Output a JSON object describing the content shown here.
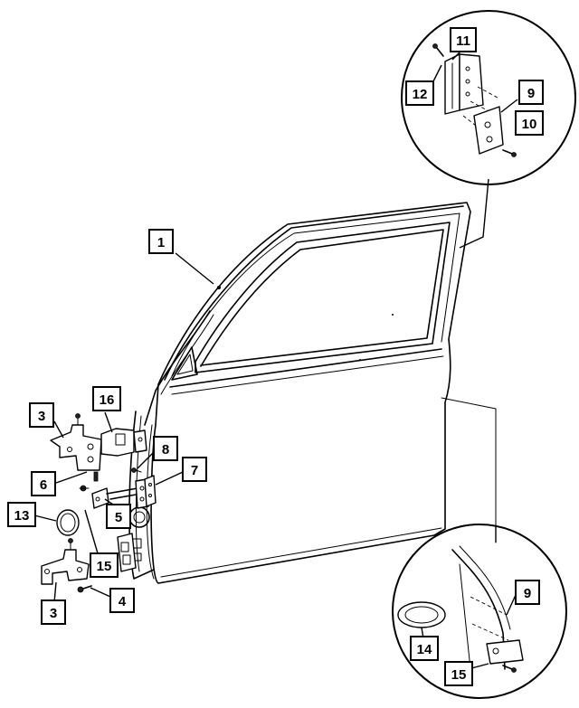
{
  "callouts": [
    {
      "id": "c1",
      "label": "1"
    },
    {
      "id": "c3a",
      "label": "3"
    },
    {
      "id": "c3b",
      "label": "3"
    },
    {
      "id": "c4",
      "label": "4"
    },
    {
      "id": "c5",
      "label": "5"
    },
    {
      "id": "c6",
      "label": "6"
    },
    {
      "id": "c7",
      "label": "7"
    },
    {
      "id": "c8",
      "label": "8"
    },
    {
      "id": "c9a",
      "label": "9"
    },
    {
      "id": "c9b",
      "label": "9"
    },
    {
      "id": "c10",
      "label": "10"
    },
    {
      "id": "c11",
      "label": "11"
    },
    {
      "id": "c12",
      "label": "12"
    },
    {
      "id": "c13",
      "label": "13"
    },
    {
      "id": "c14",
      "label": "14"
    },
    {
      "id": "c15a",
      "label": "15"
    },
    {
      "id": "c15b",
      "label": "15"
    },
    {
      "id": "c16",
      "label": "16"
    }
  ]
}
